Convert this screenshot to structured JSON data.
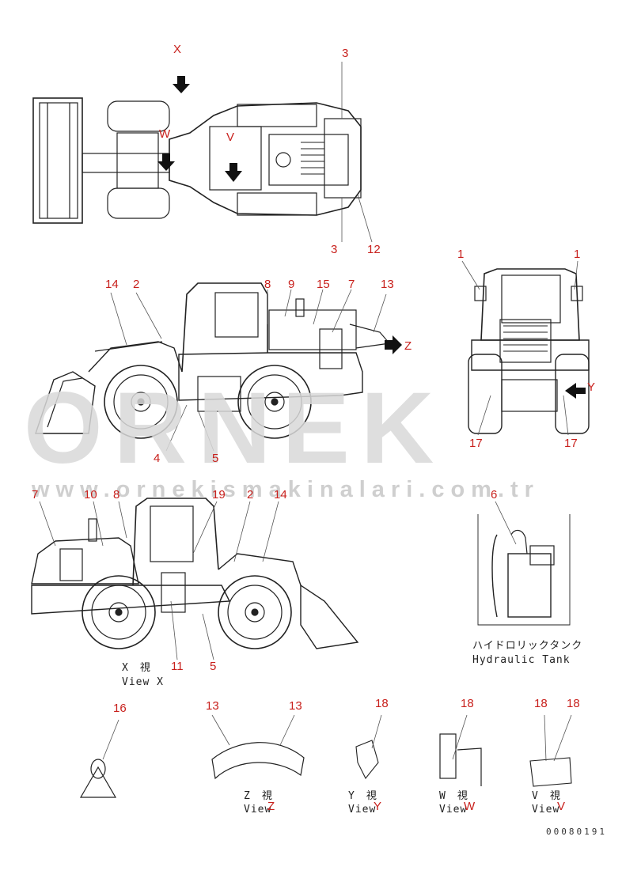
{
  "watermark": {
    "brand": "ORNEK",
    "url": "www.ornekismakinalari.com.tr"
  },
  "document_number": "00080191",
  "views": {
    "top": {
      "view_letter_x": "X",
      "view_letter_w": "W",
      "view_letter_v": "V"
    },
    "left_side": {
      "view_letter_z": "Z"
    },
    "rear": {
      "view_letter_y": "Y"
    },
    "right_side": {
      "caption_jp": "X　視",
      "caption_en": "View X"
    },
    "hydraulic_tank": {
      "caption_jp": "ハイドロリックタンク",
      "caption_en": "Hydraulic Tank"
    },
    "view_z": {
      "caption_jp": "Z　視",
      "caption_en": "View",
      "letter": "Z"
    },
    "view_y": {
      "caption_jp": "Y　視",
      "caption_en": "View",
      "letter": "Y"
    },
    "view_w": {
      "caption_jp": "W　視",
      "caption_en": "View",
      "letter": "W"
    },
    "view_v": {
      "caption_jp": "V　視",
      "caption_en": "View",
      "letter": "V"
    }
  },
  "callouts": {
    "top_3a": "3",
    "top_3b": "3",
    "top_12": "12",
    "side_14": "14",
    "side_2": "2",
    "side_8": "8",
    "side_9": "9",
    "side_15": "15",
    "side_7": "7",
    "side_13": "13",
    "side_4": "4",
    "side_5": "5",
    "rear_1a": "1",
    "rear_1b": "1",
    "rear_17a": "17",
    "rear_17b": "17",
    "rs_7": "7",
    "rs_10": "10",
    "rs_8": "8",
    "rs_19": "19",
    "rs_2": "2",
    "rs_14": "14",
    "rs_11": "11",
    "rs_5": "5",
    "tank_6": "6",
    "d_16": "16",
    "d_13a": "13",
    "d_13b": "13",
    "d_18a": "18",
    "d_18b": "18",
    "d_18c": "18",
    "d_18d": "18"
  }
}
